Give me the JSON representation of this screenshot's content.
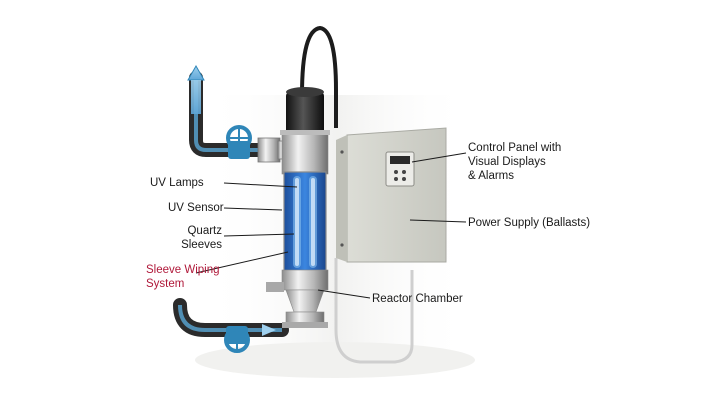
{
  "labels": {
    "uv_lamps": "UV Lamps",
    "uv_sensor": "UV Sensor",
    "quartz_line1": "Quartz",
    "quartz_line2": "Sleeves",
    "wiping_line1": "Sleeve Wiping",
    "wiping_line2": "System",
    "control_line1": "Control Panel with",
    "control_line2": "Visual Displays",
    "control_line3": "& Alarms",
    "power_supply": "Power Supply (Ballasts)",
    "reactor_chamber": "Reactor Chamber"
  },
  "colors": {
    "label_text": "#1a1a1a",
    "highlight_label": "#b0193a",
    "water_blue": "#2f73c8",
    "pipe_dark": "#2b2b2b",
    "valve_blue": "#2f86b8",
    "cabinet": "#d7d8d0"
  }
}
